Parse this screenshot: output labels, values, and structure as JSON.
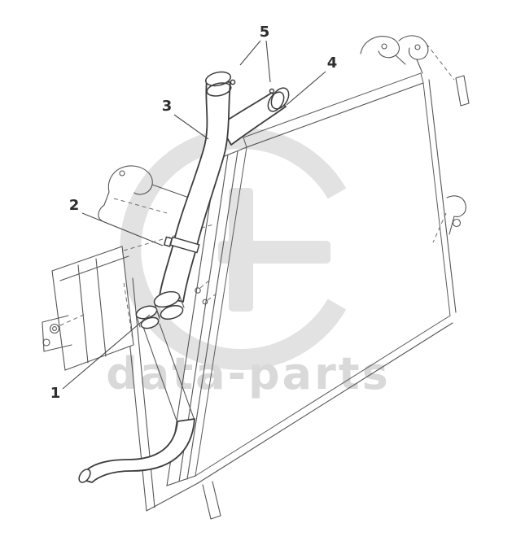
{
  "page": {
    "background": "#ffffff"
  },
  "diagram": {
    "type": "exploded-parts-line-drawing",
    "subject": "radiator-and-coolant-hose-assembly",
    "callouts": [
      {
        "label": "1"
      },
      {
        "label": "2"
      },
      {
        "label": "3"
      },
      {
        "label": "4"
      },
      {
        "label": "5"
      }
    ],
    "watermark": {
      "text": "data-parts"
    },
    "colors": {
      "line": "#565656",
      "hose_line": "#3d3d3d",
      "watermark": "#e2e2e2",
      "watermark_text": "#d9d9d9",
      "callout_text": "#2e2e2e"
    }
  }
}
